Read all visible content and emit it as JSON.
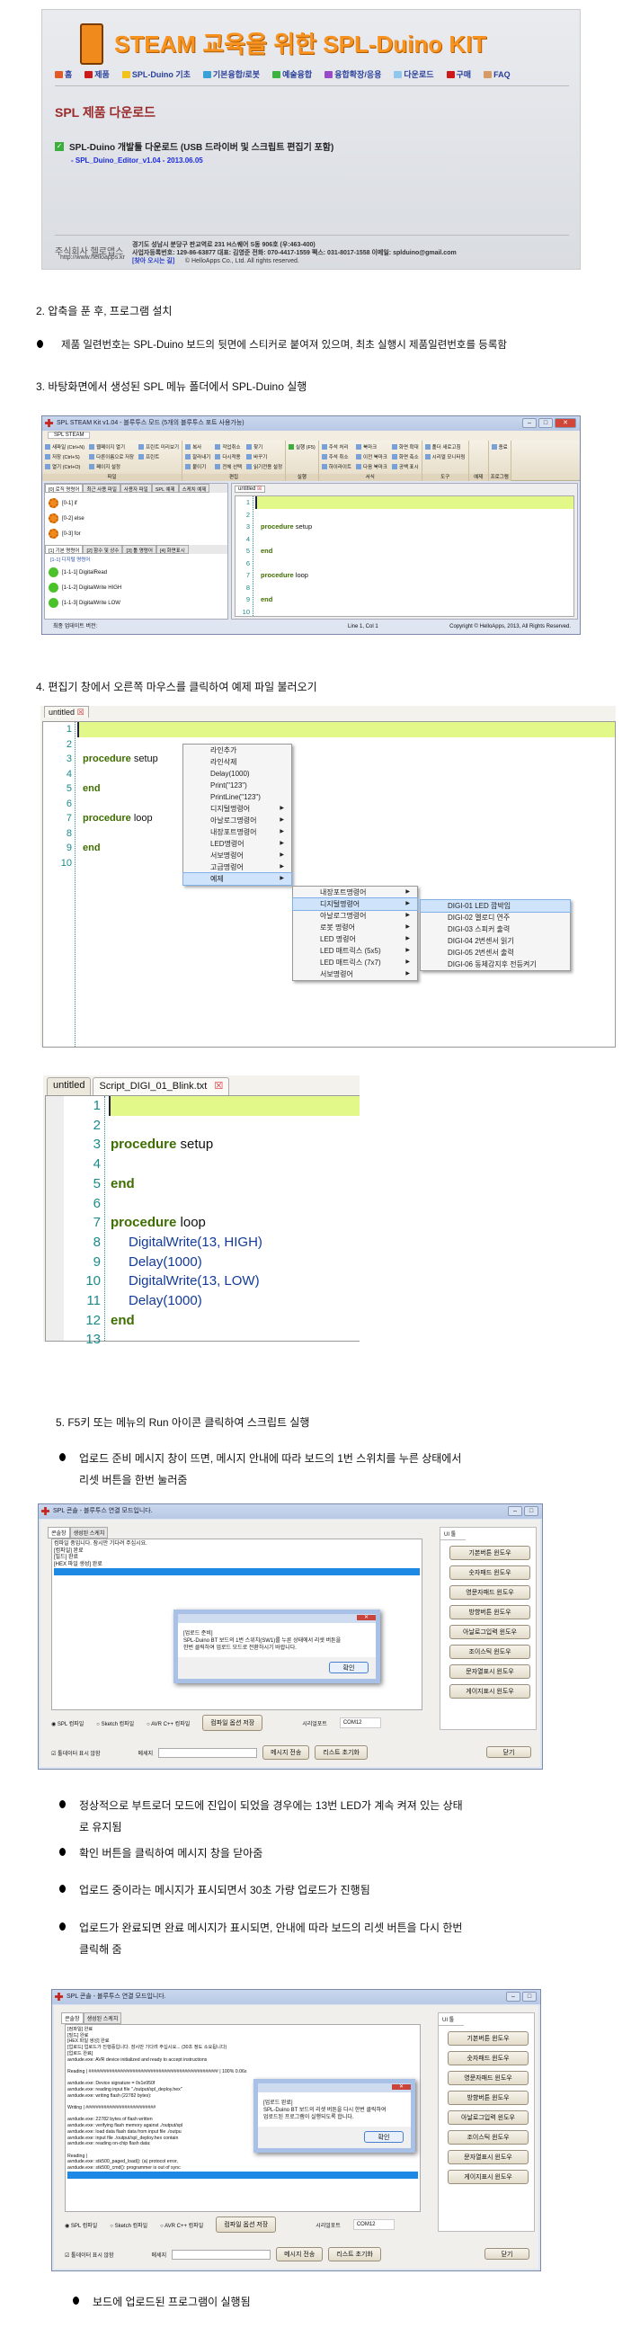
{
  "website": {
    "brand_title": "STEAM 교육을 위한 SPL-Duino KIT",
    "nav": [
      "홈",
      "제품",
      "SPL-Duino 기초",
      "기본융합/로봇",
      "예술융합",
      "융합확장/응용",
      "다운로드",
      "구매",
      "FAQ"
    ],
    "nav_colors": [
      "#e05a2a",
      "#cc1a1a",
      "#f2c21a",
      "#3aa0d8",
      "#3cb33c",
      "#9a4ac8",
      "#8ec6ee",
      "#cc1a1a",
      "#d79a62"
    ],
    "section_title": "SPL 제품 다운로드",
    "download_label": "SPL-Duino 개발툴 다운로드 (USB 드라이버 및 스크립트 편집기 포함)",
    "download_link": "- SPL_Duino_Editor_v1.04 - 2013.06.05",
    "footer": {
      "company": "주식회사 헬로앱스",
      "url": "http://www.helloapps.kr",
      "address": "경기도 성남시 분당구 판교역로 231 H스퀘어 S동 906호 (우:463-400)",
      "info": "사업자등록번호: 129-86-63877   대표: 김영준   전화: 070-4417-1559   팩스: 031-8017-1558   이메일: splduino@gmail.com",
      "directions": "[찾아 오시는 길]",
      "copyright": "© HelloApps Co., Ltd. All rights reserved."
    }
  },
  "steps": {
    "s2": "2.   압축을 푼 후, 프로그램 설치",
    "b_serial": "제품 일련번호는 SPL-Duino 보드의 뒷면에 스티커로 붙여져 있으며, 최초 실행시 제품일련번호를 등록함",
    "s3": "3.   바탕화면에서 생성된 SPL 메뉴 폴더에서 SPL-Duino 실행",
    "s4": "4.   편집기 창에서 오른쪽 마우스를 클릭하여 예제 파일 불러오기",
    "s5": "5.   F5키 또는 메뉴의 Run 아이콘 클릭하여 스크립트 실행",
    "b_upload1": "업로드 준비 메시지 창이 뜨면, 메시지 안내에 따라 보드의 1번 스위치를 누른 상태에서",
    "b_upload2": "리셋 버튼을 한번 눌러줌",
    "b_boot1": "정상적으로 부트로더 모드에 진입이 되었을 경우에는 13번 LED가 계속 켜져 있는 상태",
    "b_boot2": "로 유지됨",
    "b_ok": "확인 버튼을 클릭하여 메시지 창을 닫아줌",
    "b_progress": "업로드 중이라는 메시지가 표시되면서 30초 가량 업로드가 진행됨",
    "b_done1": "업로드가 완료되면 완료 메시지가 표시되면, 안내에 따라 보드의 리셋 버튼을 다시 한번",
    "b_done2": "클릭해 줌",
    "b_run": "보드에 업로드된 프로그램이 실행됨"
  },
  "ide": {
    "title": "SPL STEAM Kit v1.04 - 블루투스 모드 (5개의 블루투스 포트 사용가능)",
    "ribbon_tab": "SPL STEAM",
    "groups": [
      {
        "name": "파일",
        "items": [
          "새파일 (Ctrl+N)",
          "저장 (Ctrl+S)",
          "열기 (Ctrl+O)",
          "웹페이지 열기",
          "다른이름으로 저장",
          "페이지 설정",
          "프린트 미리보기",
          "프린트"
        ]
      },
      {
        "name": "편집",
        "items": [
          "복사",
          "잘라내기",
          "붙이기",
          "작업취소",
          "다시적용",
          "전체 선택",
          "찾기",
          "바꾸기",
          "읽기전용 설정"
        ]
      },
      {
        "name": "실행",
        "items": [
          "실행 (F5)"
        ]
      },
      {
        "name": "서식",
        "items": [
          "주석 처리",
          "주석 취소",
          "하이라이트",
          "북마크",
          "이전 북마크",
          "다음 북마크",
          "화면 확대",
          "화면 축소",
          "공백 표시"
        ]
      },
      {
        "name": "도구",
        "items": [
          "폴더 새로고침",
          "시리얼 모니터링"
        ]
      },
      {
        "name": "예제",
        "items": []
      },
      {
        "name": "프로그램",
        "items": [
          "종료"
        ]
      }
    ],
    "top_tabs": [
      "[0] 로직 명령어",
      "최근 사용 파일",
      "사용자 파일",
      "SPL 예제",
      "스케치 예제"
    ],
    "logic_items": [
      "[0-1]   if",
      "[0-2]   else",
      "[0-3]   for"
    ],
    "bottom_tabs": [
      "[1] 기본 명령어",
      "[2] 함수 및 상수",
      "[3] 툴 명령어",
      "[4] 화면표시"
    ],
    "section": "[1-1]  디지털 명령어",
    "basic_items": [
      "[1-1-1]   DigitalRead",
      "[1-1-2]   DigitalWrite HIGH",
      "[1-1-3]   DigitalWrite LOW"
    ],
    "doc_tab": "untitled",
    "code": [
      "",
      "",
      "procedure setup",
      "",
      "end",
      "",
      "procedure loop",
      "",
      "end",
      ""
    ],
    "status_left": "최종 업데이트 버전:",
    "status_pos": "Line 1, Col 1",
    "status_copy": "Copyright © HelloApps, 2013, All Rights Reserved."
  },
  "ctx": {
    "tab": "untitled",
    "menu": [
      "라인추가",
      "라인삭제",
      "Delay(1000)",
      "Print(\"123\")",
      "PrintLine(\"123\")",
      "디지털명령어",
      "아날로그명령어",
      "내장포트명령어",
      "LED명령어",
      "서보명령어",
      "고급명령어",
      "예제"
    ],
    "submenu": [
      "내장포트명령어",
      "디지털명령어",
      "아날로그명령어",
      "로봇 명령어",
      "LED 명령어",
      "LED 매트릭스 (5x5)",
      "LED 매트릭스 (7x7)",
      "서보명령어"
    ],
    "examples": [
      "DIGI-01 LED 깜박임",
      "DIGI-02 멜로디 연주",
      "DIGI-03 스피커 출력",
      "DIGI-04 2번센서 읽기",
      "DIGI-05 2번센서 출력",
      "DIGI-06 동체감지후 전등켜기"
    ]
  },
  "blink": {
    "tabs": [
      "untitled",
      "Script_DIGI_01_Blink.txt"
    ],
    "lines": [
      {
        "n": "1",
        "kw": "",
        "rest": "",
        "fn": ""
      },
      {
        "n": "2",
        "kw": "",
        "rest": "",
        "fn": ""
      },
      {
        "n": "3",
        "kw": "procedure",
        "rest": " setup",
        "fn": ""
      },
      {
        "n": "4",
        "kw": "",
        "rest": "",
        "fn": ""
      },
      {
        "n": "5",
        "kw": "end",
        "rest": "",
        "fn": ""
      },
      {
        "n": "6",
        "kw": "",
        "rest": "",
        "fn": ""
      },
      {
        "n": "7",
        "kw": "procedure",
        "rest": " loop",
        "fn": ""
      },
      {
        "n": "8",
        "kw": "",
        "rest": "",
        "fn": "DigitalWrite(13, HIGH)"
      },
      {
        "n": "9",
        "kw": "",
        "rest": "",
        "fn": "Delay(1000)"
      },
      {
        "n": "10",
        "kw": "",
        "rest": "",
        "fn": "DigitalWrite(13, LOW)"
      },
      {
        "n": "11",
        "kw": "",
        "rest": "",
        "fn": "Delay(1000)"
      },
      {
        "n": "12",
        "kw": "end",
        "rest": "",
        "fn": ""
      },
      {
        "n": "13",
        "kw": "",
        "rest": "",
        "fn": ""
      }
    ]
  },
  "console": {
    "title": "SPL 콘솔 - 블루투스 연결 모드입니다.",
    "tabs": [
      "콘솔창",
      "생성된 스케치"
    ],
    "ui_tab": "UI 툴",
    "ui_buttons": [
      "기본버튼 윈도우",
      "숫자패드 윈도우",
      "영문자패드 윈도우",
      "방향버튼 윈도우",
      "아날로그입력 윈도우",
      "조이스틱 윈도우",
      "문자열표시 윈도우",
      "게이지표시 윈도우"
    ],
    "log1": [
      "컴파일 중입니다. 잠시만 기다려 주십시요.",
      "[컴파일] 완료",
      "[빌드] 완료",
      "[HEX 파일 생성] 완료"
    ],
    "dialog1": {
      "l1": "[업로드 준비]",
      "l2": "SPL-Duino BT 보드의 1번 스위치(SW1)를 누른 상태에서 리셋 버튼을",
      "l3": "한번 클릭하여 업로드 모드로 전환하시기 바랍니다.",
      "ok": "확인"
    },
    "log2": [
      "[컴파일] 완료",
      "[빌드] 완료",
      "[HEX 파일 생성] 완료",
      "[업로드] 업로드가 진행중입니다. 잠시만 기다려 주십시요... (30초 정도 소요됩니다)",
      "[업로드 완료]",
      "avrdude.exe: AVR device initialized and ready to accept instructions",
      "",
      "Reading | ################################################## | 100% 0.06s",
      "",
      "avrdude.exe: Device signature = 0x1e950f",
      "avrdude.exe: reading input file \"./output/spl_deploy.hex\"",
      "avrdude.exe: writing flash (22782 bytes):",
      "",
      "Writing | ###########################",
      "",
      "avrdude.exe: 22782 bytes of flash written",
      "avrdude.exe: verifying flash memory against ./output/spl",
      "avrdude.exe: load data flash data from input file ./outpu",
      "avrdude.exe: input file ./output/spl_deploy.hex contain",
      "avrdude.exe: reading on-chip flash data:",
      "",
      "Reading |",
      "avrdude.exe: stk500_paged_load(): (a) protocol error,",
      "avrdude.exe: stk500_cmd(): programmer is out of sync"
    ],
    "dialog2": {
      "l1": "[업로드 완료]",
      "l2": "SPL-Duino BT 보드의 리셋 버튼을 다시 한번 클릭하여",
      "l3": "업로드된 프로그램이 실행되도록 합니다.",
      "ok": "확인"
    },
    "radios": [
      "SPL 컴파일",
      "Sketch 컴파일",
      "AVR C++ 컴파일"
    ],
    "save_opt": "컴파일 옵션 저장",
    "port_label": "시리얼포트",
    "port_value": "COM12",
    "hide_data": "툴데이터 표시 않함",
    "msg_label": "메세지",
    "send": "메시지 전송",
    "clear": "리스트 초기화",
    "close": "닫기"
  }
}
